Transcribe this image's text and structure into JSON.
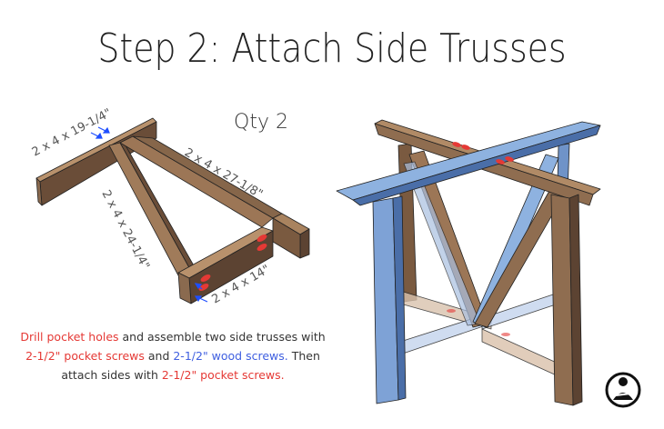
{
  "title": "Step 2: Attach Side Trusses",
  "quantity_label": "Qty 2",
  "cut_labels": {
    "top_board": "2 x 4 x 19-1/4\"",
    "long_diagonal": "2 x 4 x 27-1/8\"",
    "short_diagonal": "2 x 4 x 24-1/4\"",
    "crossbar": "2 x 4 x 14\""
  },
  "instructions": {
    "part1": "Drill pocket holes",
    "part2": " and assemble two side trusses with ",
    "part3": "2-1/2\" pocket screws",
    "part4": " and ",
    "part5": "2-1/2\" wood screws.",
    "part6": " Then attach sides with ",
    "part7": "2-1/2\" pocket screws."
  },
  "colors": {
    "wood_light": "#a9835f",
    "wood_dark": "#5c4332",
    "blue_light": "#8eb2e0",
    "blue_dark": "#4a6ea8",
    "pocket_hole": "#e53935",
    "screw_arrow": "#1f4fff",
    "text_red": "#e53935",
    "text_blue": "#3f5fe0"
  },
  "logo_icon": "woodworker-logo-icon"
}
